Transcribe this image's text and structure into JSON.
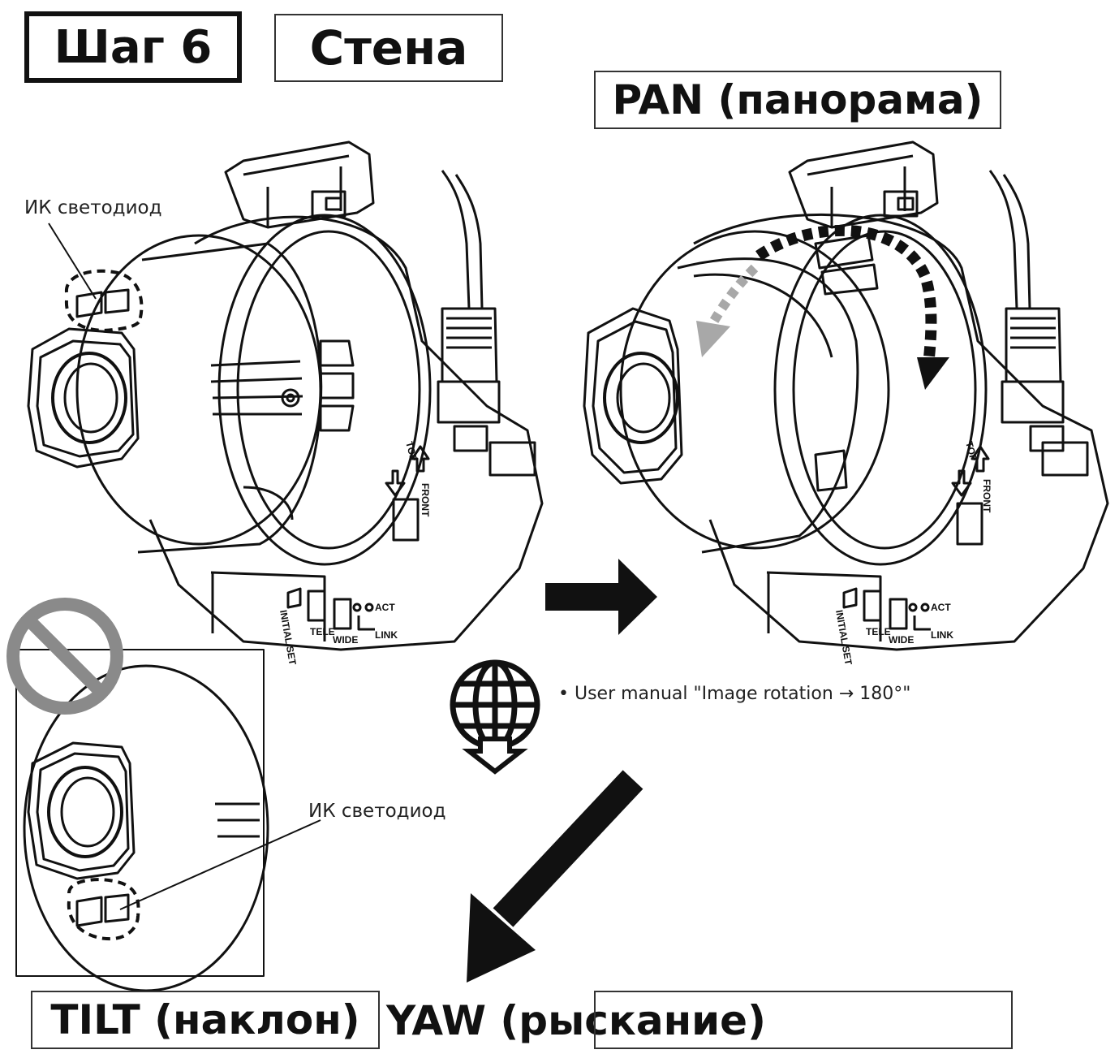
{
  "header": {
    "step_label": "Шаг 6",
    "location_label": "Стена"
  },
  "labels": {
    "pan": "PAN (панорама)",
    "tilt": "TILT (наклон)",
    "yaw": "YAW (рыскание)",
    "ir_led_top": "ИК светодиод",
    "ir_led_bottom": "ИК светодиод",
    "manual_note": "• User manual \"Image rotation → 180°\""
  },
  "camera_markings": {
    "top": "TOP",
    "front": "FRONT",
    "initial_set": "INITIAL SET",
    "tele": "TELE",
    "wide": "WIDE",
    "act": "ACT",
    "link": "LINK"
  },
  "colors": {
    "ink": "#111111",
    "prohibited": "#8a8a8a",
    "pan_arrow_grey": "#a8a8a8"
  }
}
